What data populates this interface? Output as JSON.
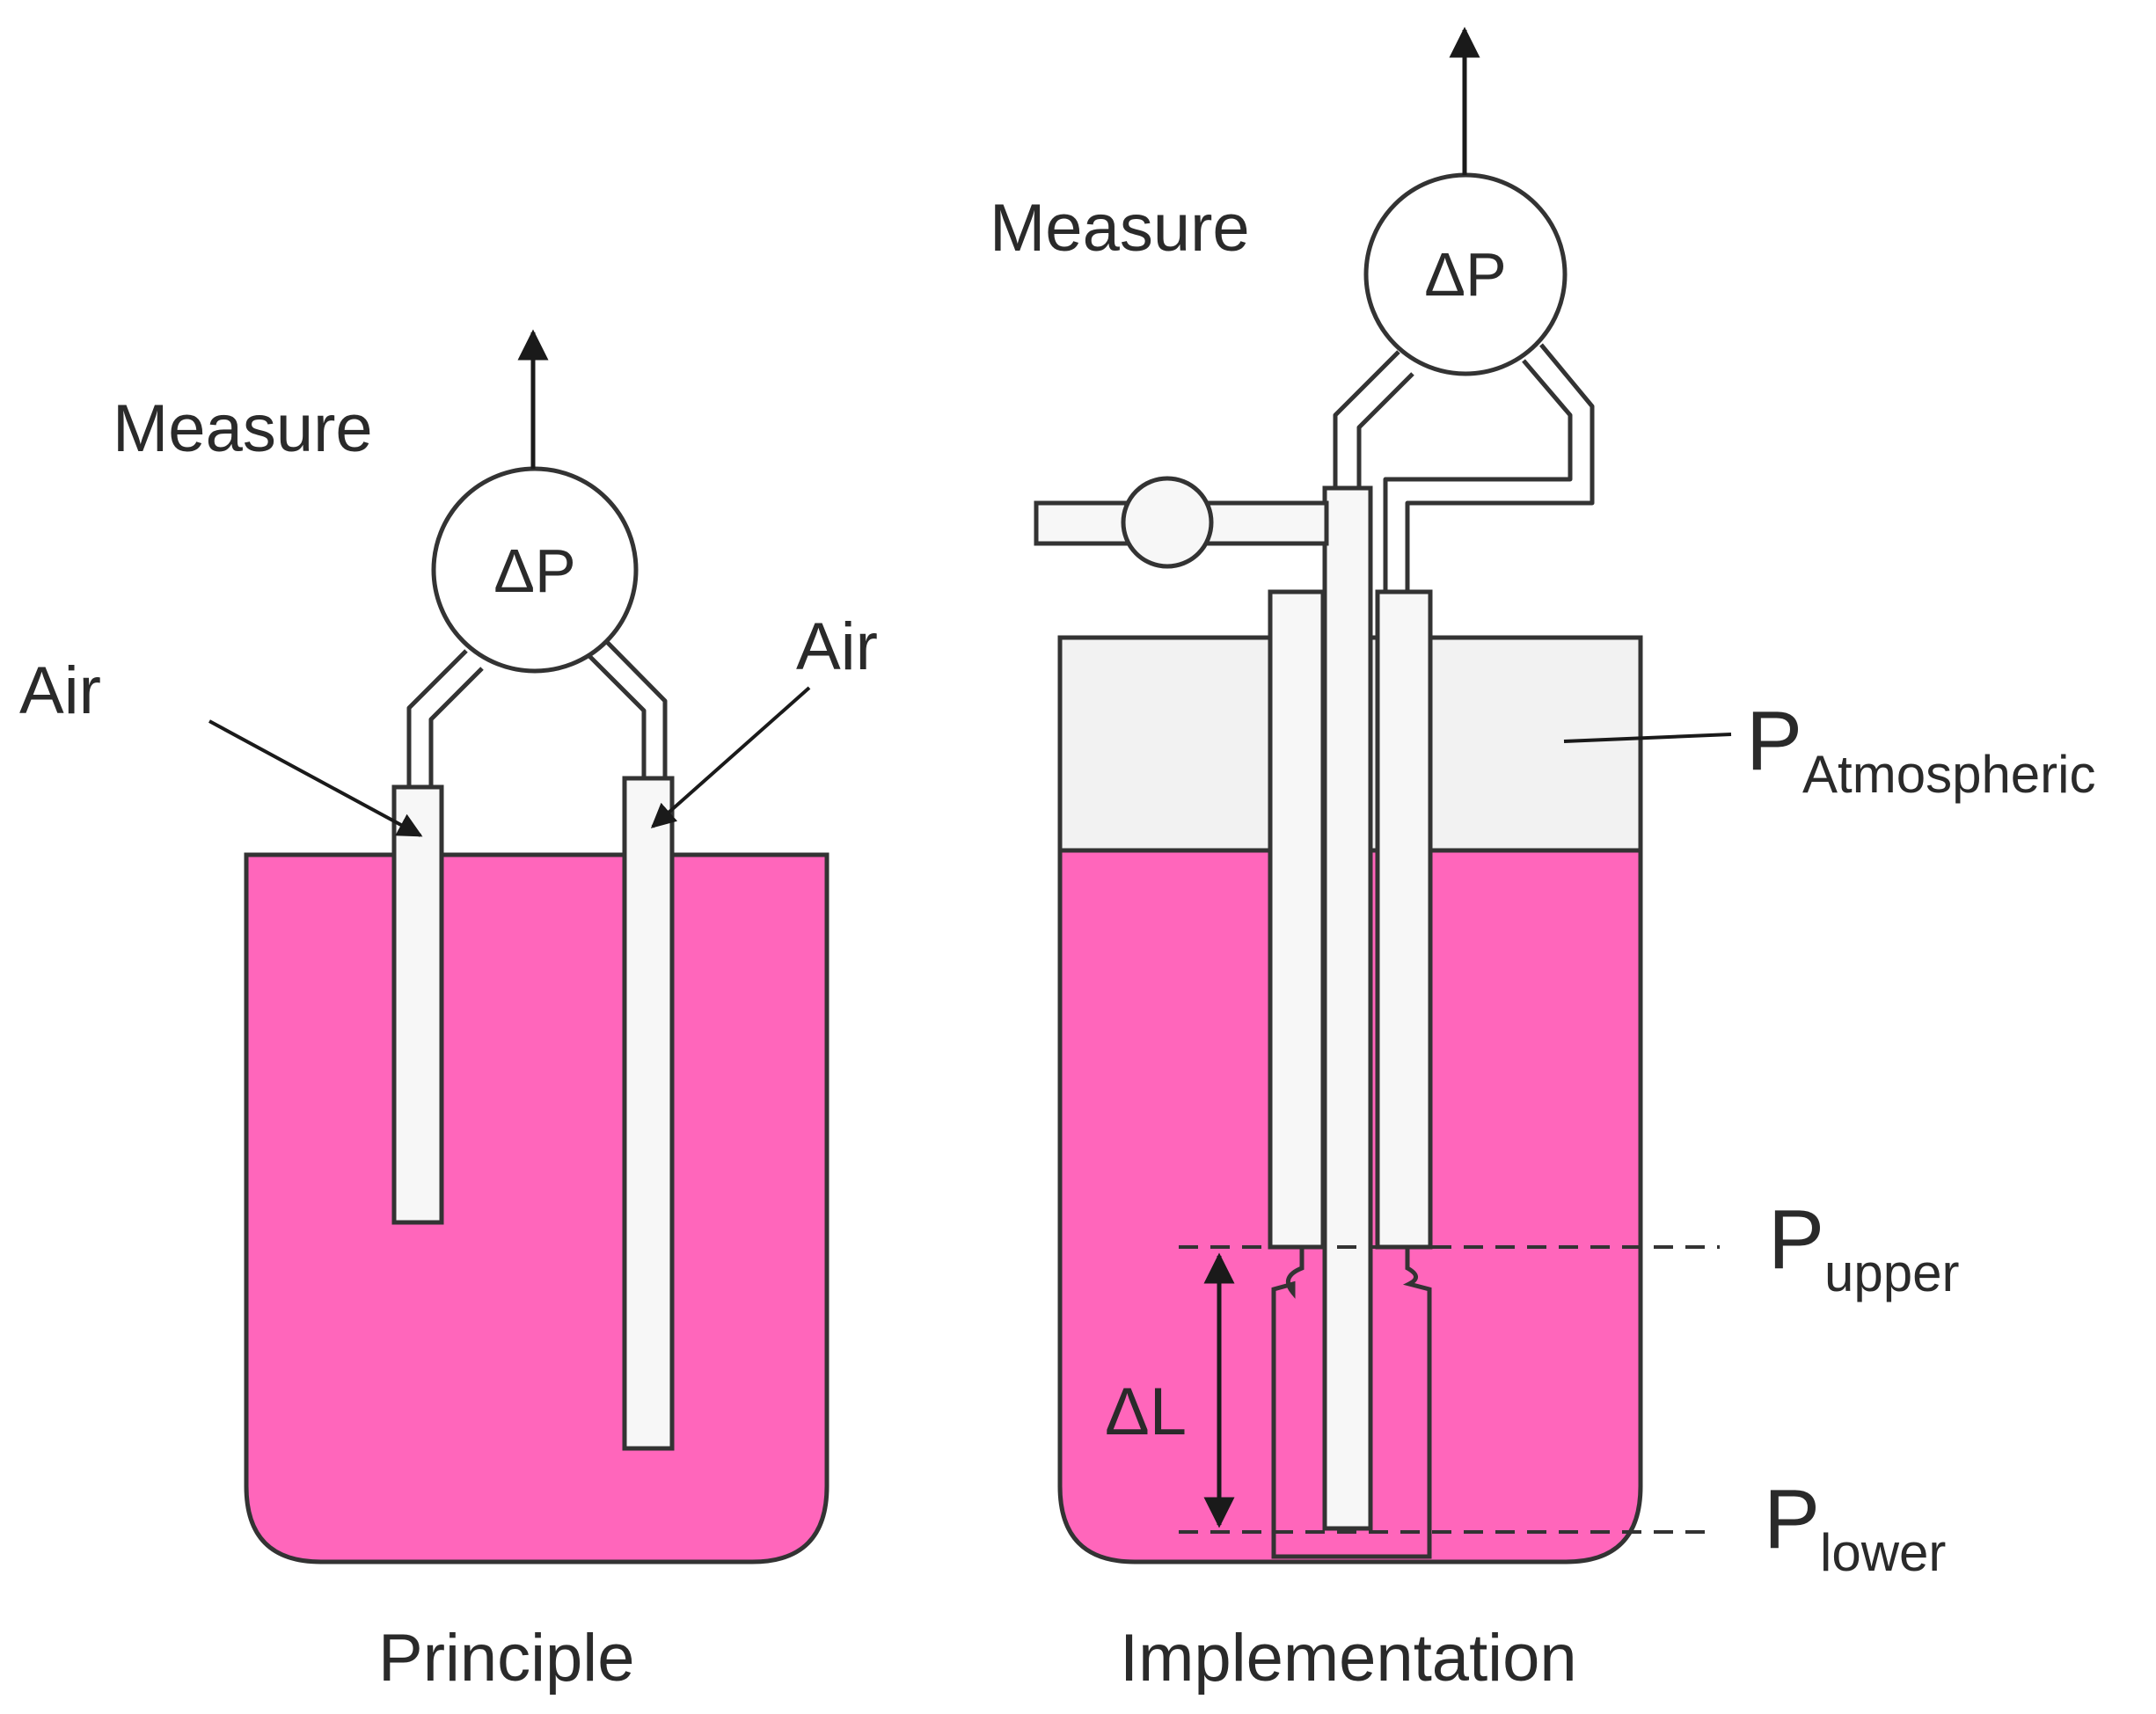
{
  "colors": {
    "liquid": "#ff66bb",
    "tube": "#f7f7f7",
    "air_space": "#f2f2f2",
    "stroke": "#333333",
    "text": "#2a2a2a"
  },
  "principle": {
    "measure_label": "Measure",
    "gauge_label": "ΔP",
    "air_left_label": "Air",
    "air_right_label": "Air",
    "caption": "Principle"
  },
  "implementation": {
    "measure_label": "Measure",
    "gauge_label": "ΔP",
    "p_atmospheric": {
      "symbol": "P",
      "subscript": "Atmospheric"
    },
    "p_upper": {
      "symbol": "P",
      "subscript": "upper"
    },
    "p_lower": {
      "symbol": "P",
      "subscript": "lower"
    },
    "delta_l_label": "ΔL",
    "caption": "Implementation"
  }
}
